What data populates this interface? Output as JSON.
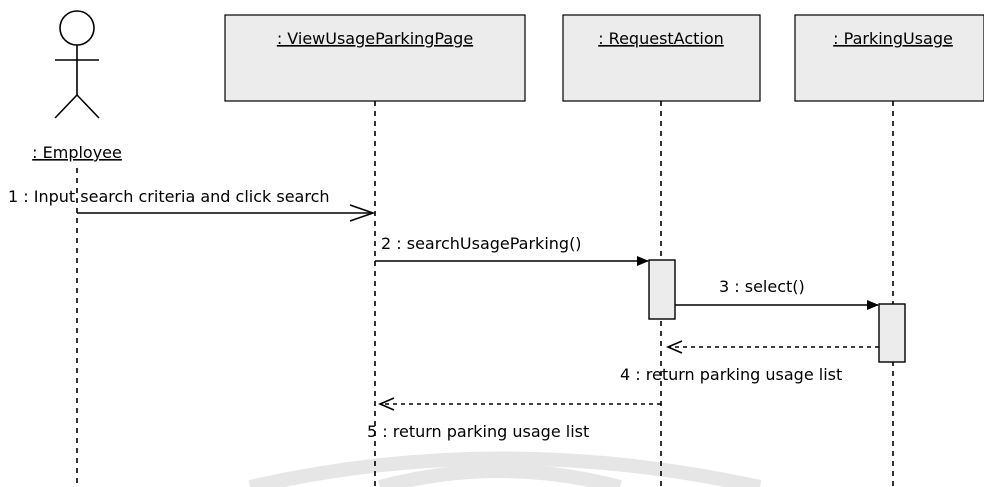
{
  "actor": {
    "label": ": Employee"
  },
  "objects": [
    {
      "label": ": ViewUsageParkingPage"
    },
    {
      "label": ": RequestAction"
    },
    {
      "label": ": ParkingUsage"
    }
  ],
  "messages": [
    {
      "label": "1 : Input search criteria and click search"
    },
    {
      "label": "2 : searchUsageParking()"
    },
    {
      "label": "3 : select()"
    },
    {
      "label": "4 : return parking usage list"
    },
    {
      "label": "5 : return parking usage list"
    }
  ]
}
